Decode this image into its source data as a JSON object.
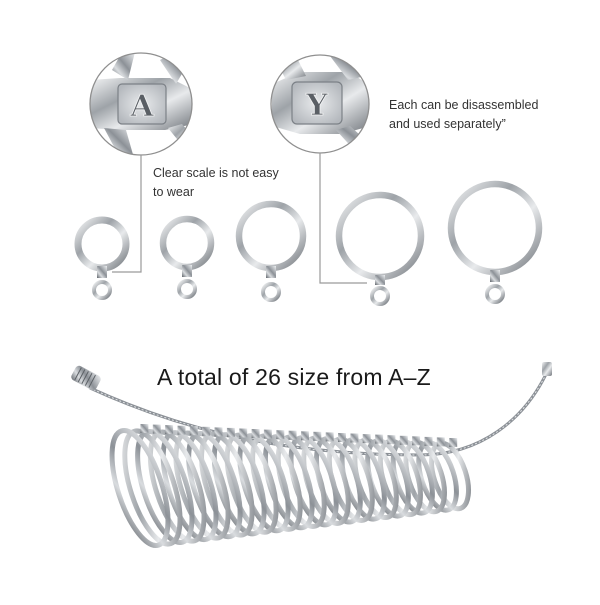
{
  "zoom_labels": {
    "left_letter": "A",
    "right_letter": "Y"
  },
  "captions": {
    "clear_scale": "Clear scale is not easy to wear",
    "disassembled": "Each can be disassembled and used separately”"
  },
  "headline": "A total of 26 size from A–Z",
  "colors": {
    "background": "#ffffff",
    "metal": "#b9bdc2",
    "metal_dark": "#6f747a",
    "callout_line": "#9a9a9a",
    "text": "#333333"
  }
}
